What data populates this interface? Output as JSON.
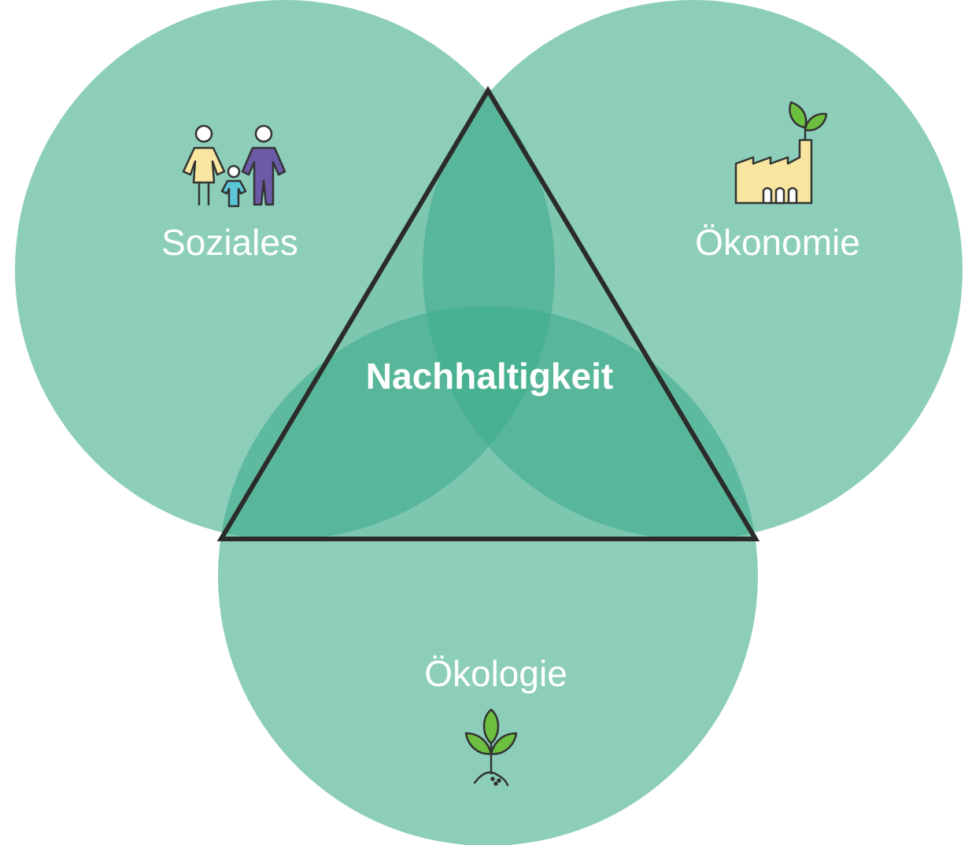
{
  "diagram": {
    "center_label": "Nachhaltigkeit",
    "circles": [
      {
        "label": "Soziales",
        "icon": "family-icon"
      },
      {
        "label": "Ökonomie",
        "icon": "factory-icon"
      },
      {
        "label": "Ökologie",
        "icon": "sprout-icon"
      }
    ],
    "colors": {
      "circle_fill": "#3fae8c",
      "circle_opacity": 0.6,
      "triangle_stroke": "#2b2b2b",
      "triangle_fill": "#3fae8c",
      "label_color": "#ffffff",
      "leaf_green": "#6cbf3f",
      "factory_fill": "#f8e6a0",
      "person_yellow": "#f8e6a0",
      "person_purple": "#6b5aa6",
      "person_blue": "#5cc6d8"
    }
  }
}
